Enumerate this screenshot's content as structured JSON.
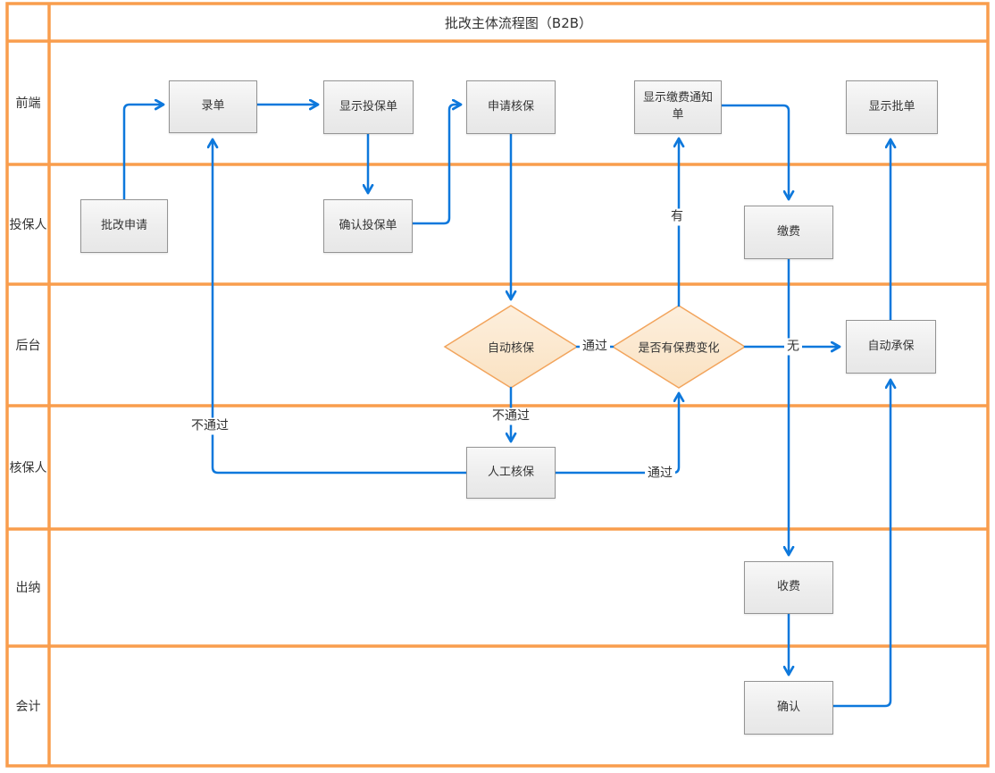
{
  "title": "批改主体流程图（B2B）",
  "lanes": [
    {
      "label": "前端"
    },
    {
      "label": "投保人"
    },
    {
      "label": "后台"
    },
    {
      "label": "核保人"
    },
    {
      "label": "出纳"
    },
    {
      "label": "会计"
    }
  ],
  "nodes": {
    "endorsement_request": "批改申请",
    "entry": "录单",
    "show_application": "显示投保单",
    "confirm_application": "确认投保单",
    "apply_underwriting": "申请核保",
    "show_payment_notice": "显示缴费通知单",
    "show_endorsement": "显示批单",
    "pay_fee": "缴费",
    "auto_underwriting": "自动核保",
    "premium_change_decision": "是否有保费变化",
    "auto_accept": "自动承保",
    "manual_underwriting": "人工核保",
    "collect_fee": "收费",
    "confirm": "确认"
  },
  "edge_labels": {
    "auto_pass": "通过",
    "auto_fail": "不通过",
    "manual_fail": "不通过",
    "manual_pass": "通过",
    "has_premium_change": "有",
    "no_premium_change": "无"
  },
  "edges": [
    {
      "from": "endorsement_request",
      "to": "entry",
      "label": ""
    },
    {
      "from": "entry",
      "to": "show_application",
      "label": ""
    },
    {
      "from": "show_application",
      "to": "confirm_application",
      "label": ""
    },
    {
      "from": "confirm_application",
      "to": "apply_underwriting",
      "label": ""
    },
    {
      "from": "apply_underwriting",
      "to": "auto_underwriting",
      "label": ""
    },
    {
      "from": "auto_underwriting",
      "to": "premium_change_decision",
      "label": "通过"
    },
    {
      "from": "auto_underwriting",
      "to": "manual_underwriting",
      "label": "不通过"
    },
    {
      "from": "manual_underwriting",
      "to": "entry",
      "label": "不通过"
    },
    {
      "from": "manual_underwriting",
      "to": "premium_change_decision",
      "label": "通过"
    },
    {
      "from": "premium_change_decision",
      "to": "show_payment_notice",
      "label": "有"
    },
    {
      "from": "premium_change_decision",
      "to": "auto_accept",
      "label": "无"
    },
    {
      "from": "show_payment_notice",
      "to": "pay_fee",
      "label": ""
    },
    {
      "from": "pay_fee",
      "to": "collect_fee",
      "label": ""
    },
    {
      "from": "collect_fee",
      "to": "confirm",
      "label": ""
    },
    {
      "from": "confirm",
      "to": "auto_accept",
      "label": ""
    },
    {
      "from": "auto_accept",
      "to": "show_endorsement",
      "label": ""
    }
  ],
  "colors": {
    "lane_border": "#F99D4D",
    "connector": "#0D78DC",
    "node_border": "#949494",
    "node_fill": "#EFEFEF",
    "decision_border": "#F2A45C",
    "decision_fill": "#FBE6CB",
    "text": "#333333"
  }
}
